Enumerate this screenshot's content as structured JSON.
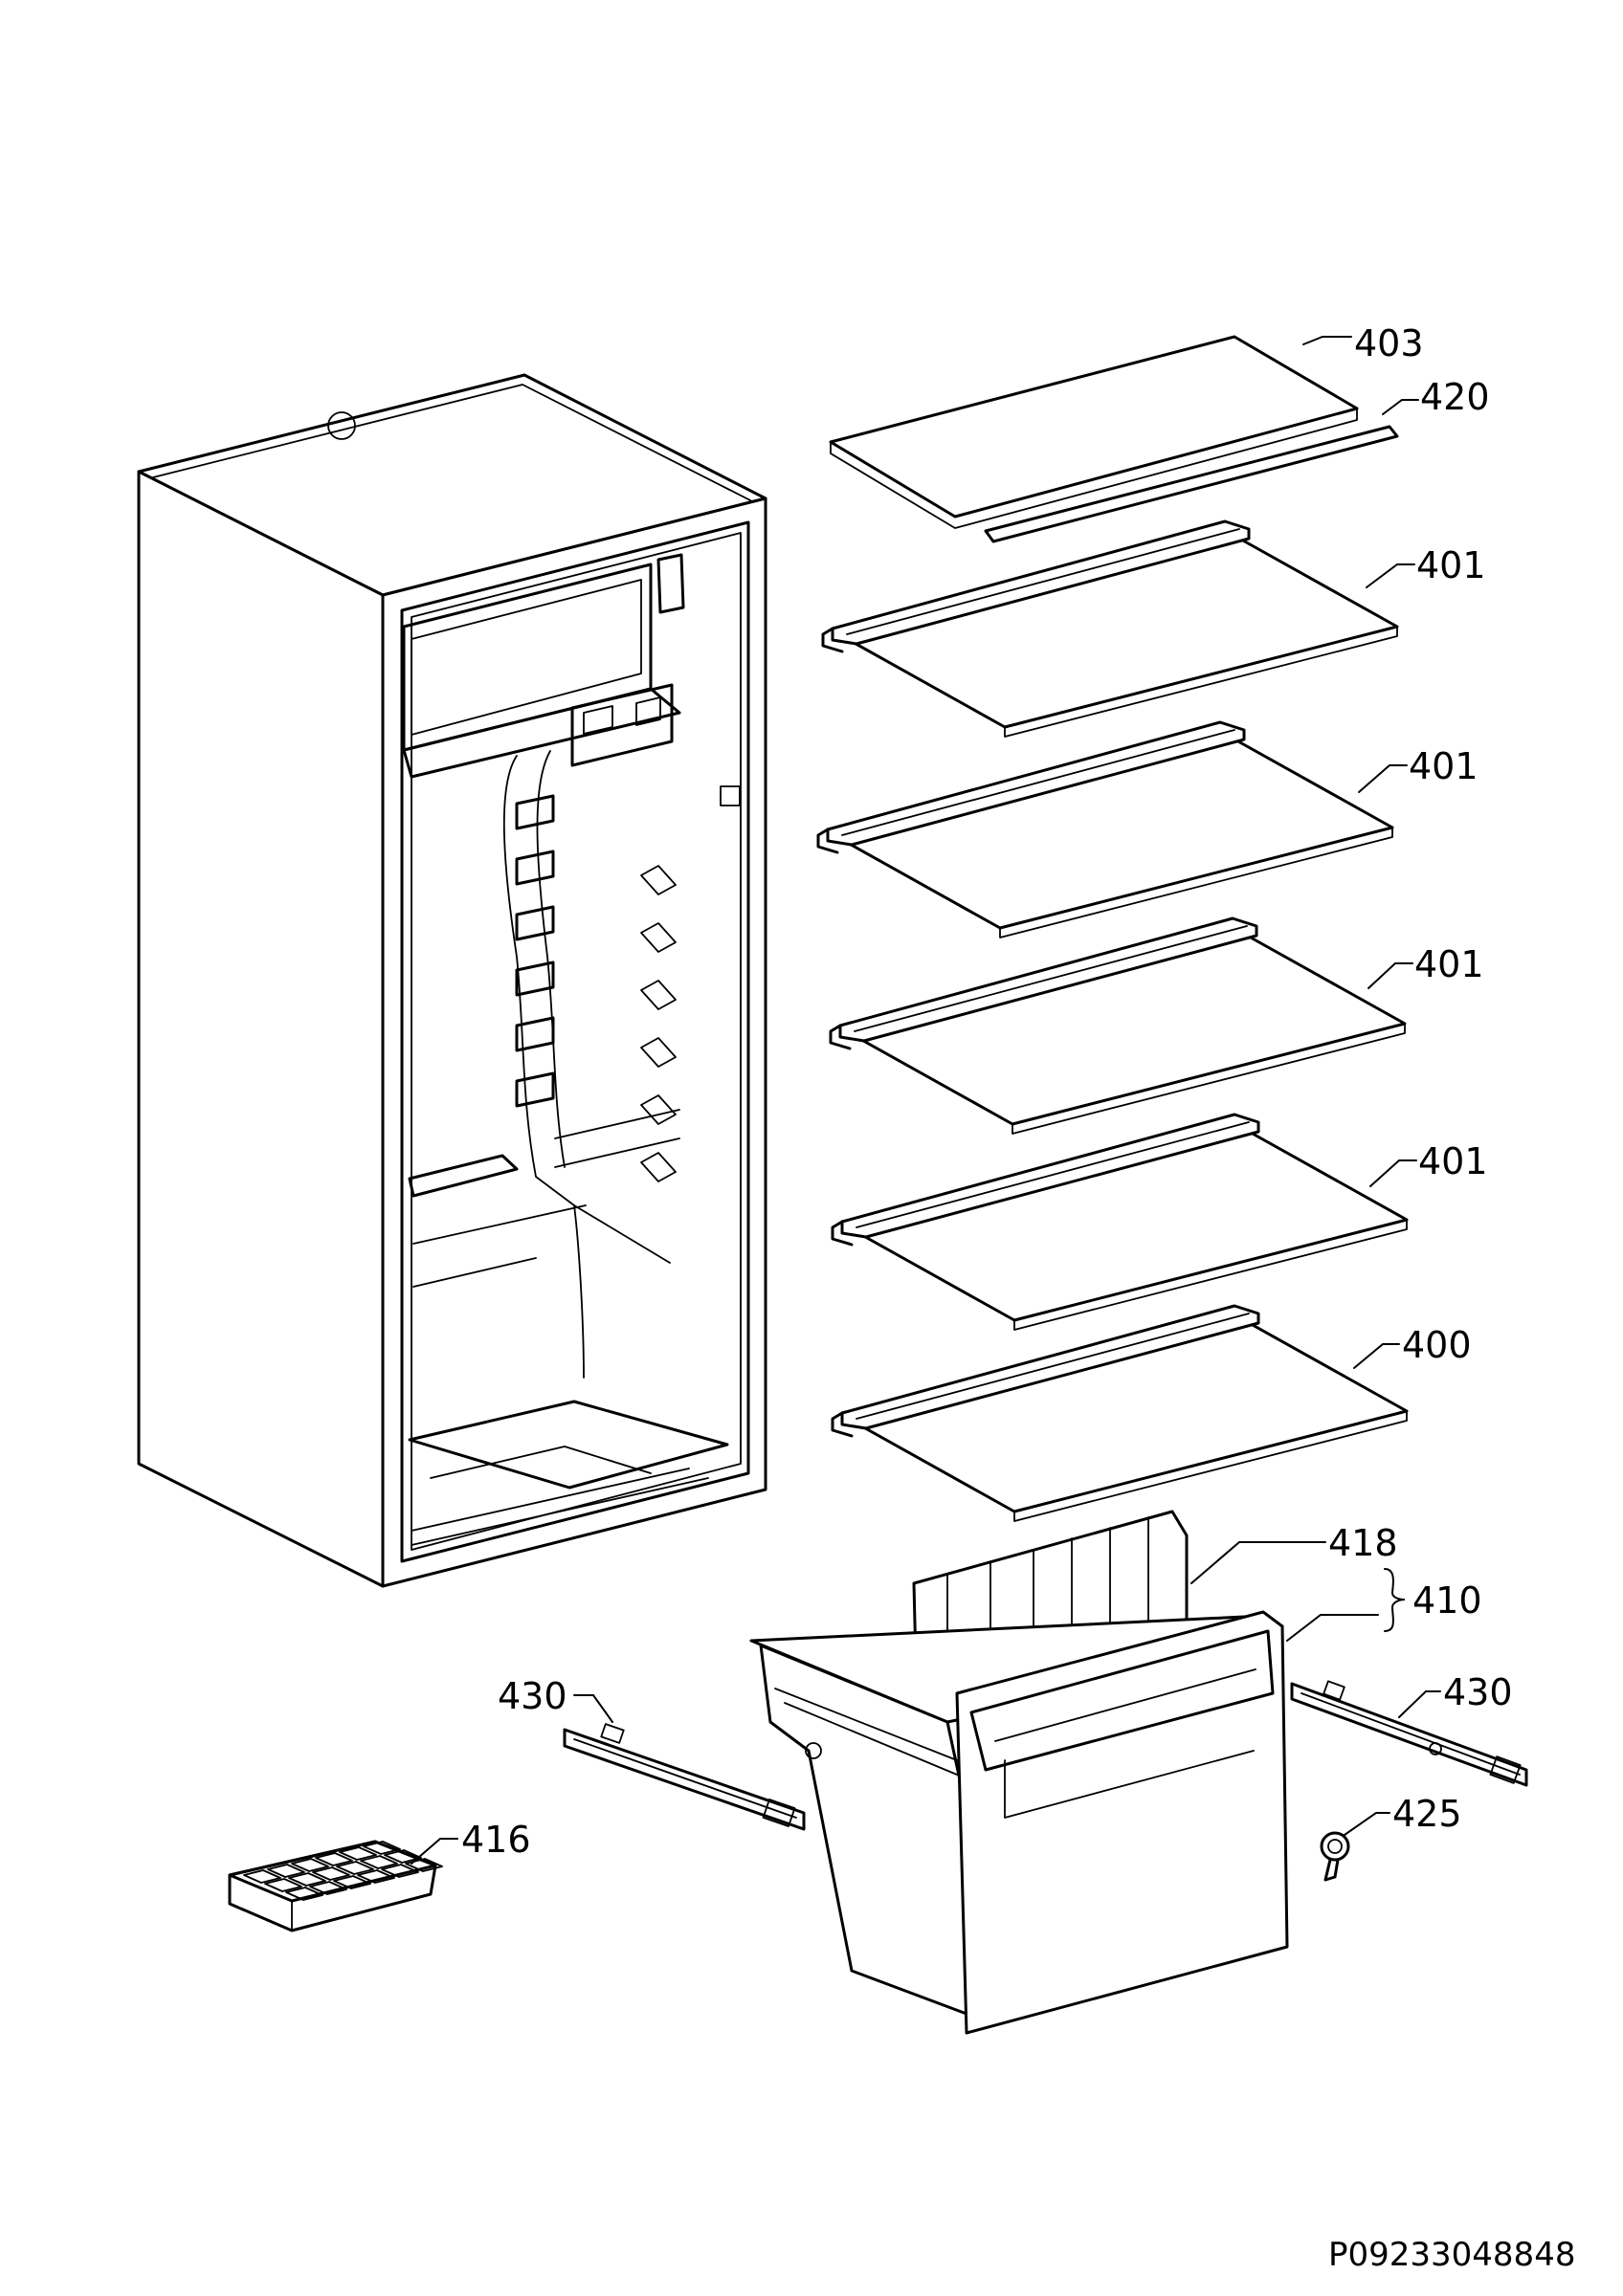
{
  "diagram": {
    "labels": {
      "p403": "403",
      "p420": "420",
      "p401a": "401",
      "p401b": "401",
      "p401c": "401",
      "p401d": "401",
      "p400": "400",
      "p418": "418",
      "p410": "410",
      "p430_left": "430",
      "p430_right": "430",
      "p416": "416",
      "p425": "425"
    },
    "drawing_code": "P09233048848"
  }
}
